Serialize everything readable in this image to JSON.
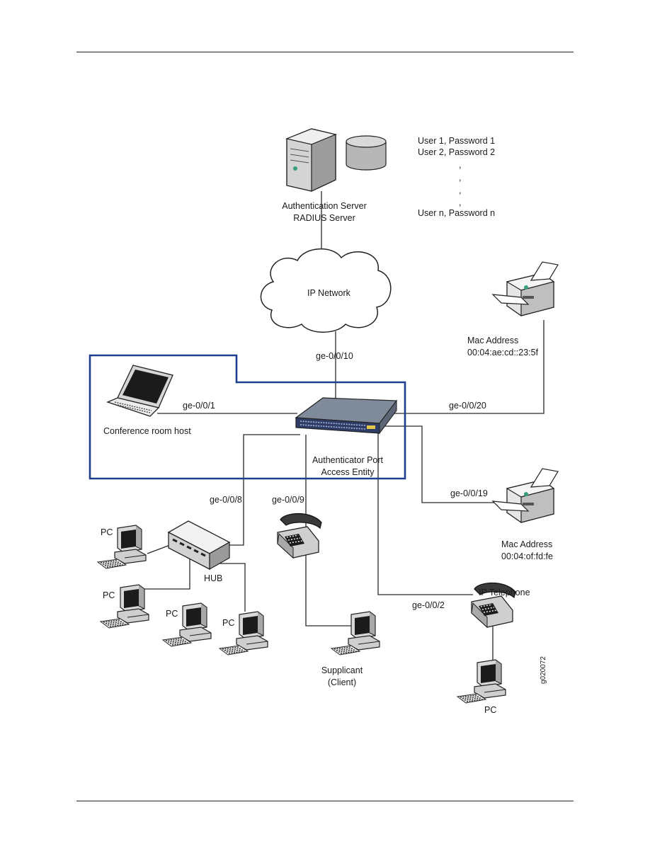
{
  "server": {
    "label1": "Authentication Server",
    "label2": "RADIUS Server"
  },
  "user_list": [
    "User 1,  Password 1",
    "User 2,  Password 2",
    ",",
    ",",
    ",",
    ",",
    "User n,  Password n"
  ],
  "network": {
    "label": "IP Network"
  },
  "switch": {
    "label1": "Authenticator Port",
    "label2": "Access Entity"
  },
  "ports": {
    "uplink": "ge-0/0/10",
    "conference": "ge-0/0/1",
    "printer1": "ge-0/0/20",
    "printer2": "ge-0/0/19",
    "hub": "ge-0/0/8",
    "phone1": "ge-0/0/9",
    "phone2": "ge-0/0/2"
  },
  "printer1": {
    "label": "Mac Address",
    "mac": "00:04:ae:cd::23:5f"
  },
  "printer2": {
    "label": "Mac Address",
    "mac": "00:04:of:fd:fe"
  },
  "conference_host": {
    "label": "Conference room host"
  },
  "hub": {
    "label": "HUB"
  },
  "pc_label": "PC",
  "supplicant": {
    "label1": "Supplicant",
    "label2": "(Client)"
  },
  "ip_telephone": {
    "label": "IP Telephone"
  },
  "figure_id": "g020072",
  "colors": {
    "highlight_box": "#1f3f8f",
    "line": "#2a2a2a",
    "switch_panel": "#3b4b7a"
  }
}
